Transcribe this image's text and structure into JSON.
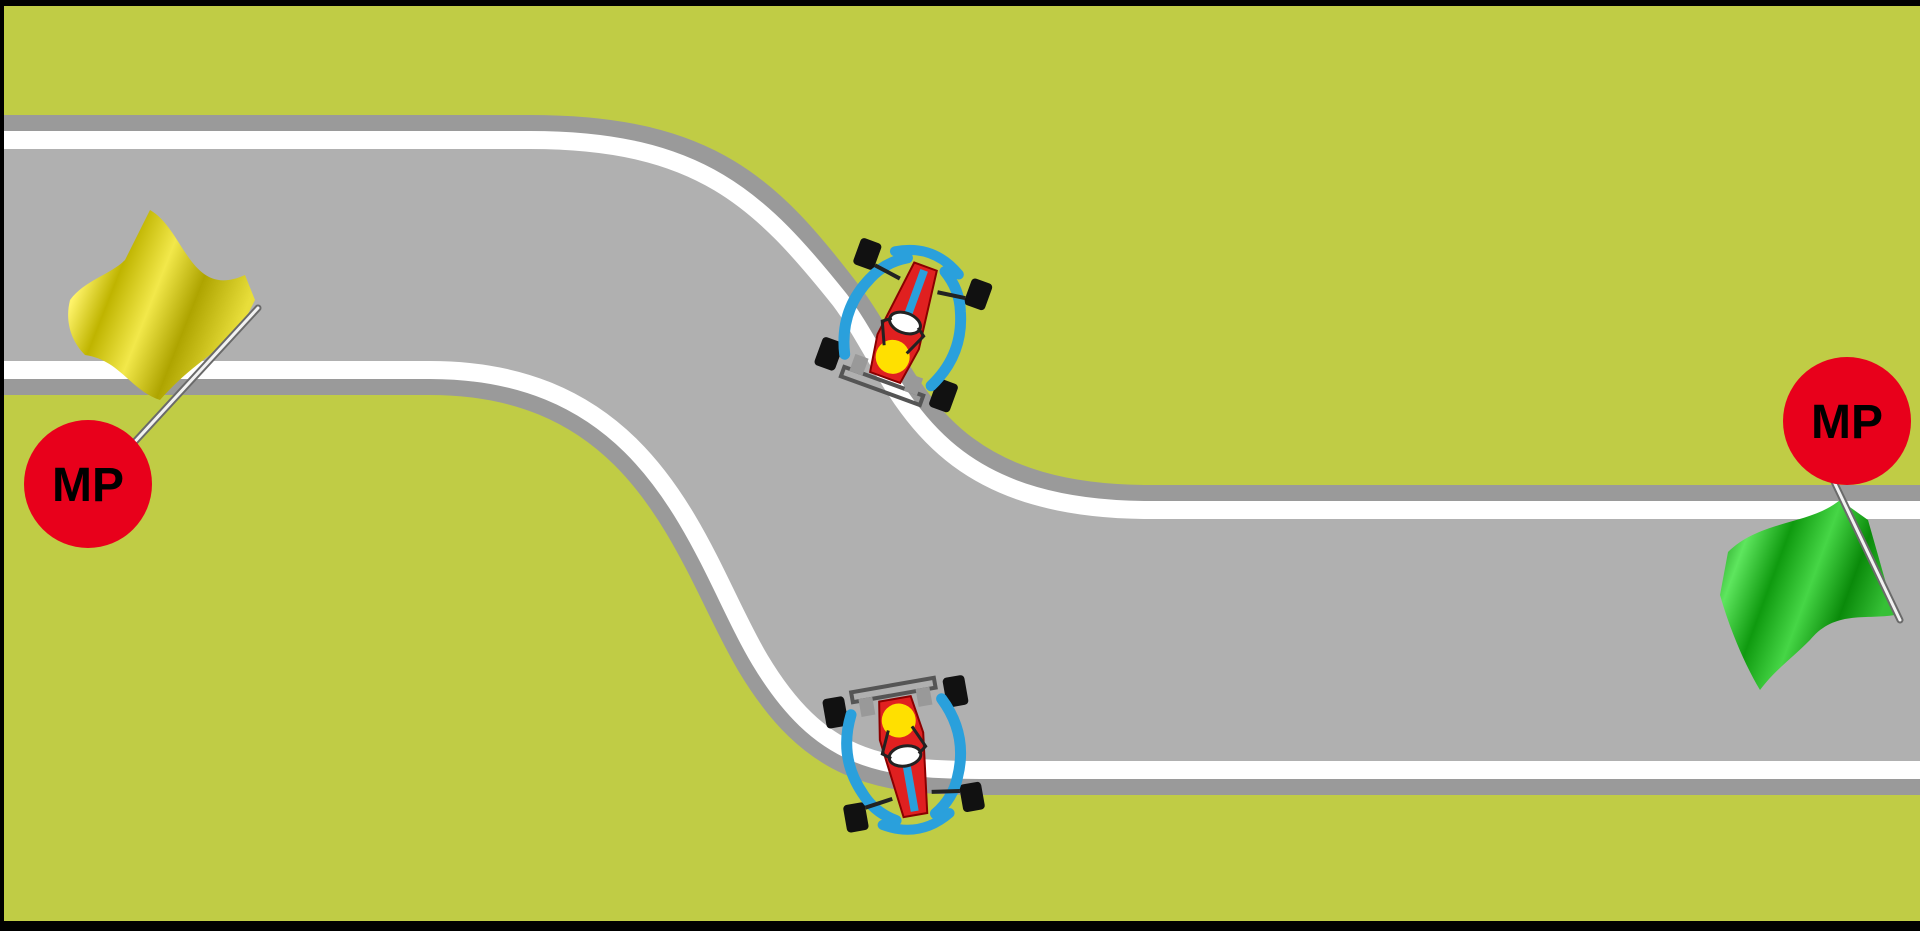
{
  "scene": {
    "name": "kart-track-marshal-posts",
    "colors": {
      "frame": "#000000",
      "grass": "#c0cc45",
      "track": "#b0b0b0",
      "edge_line": "#ffffff",
      "edge_shadow": "#9a9a9a",
      "marshal_post": "#e8001b",
      "flag_yellow": "#d9d21c",
      "flag_green": "#1fb31f",
      "kart_body": "#e02020",
      "kart_bumper": "#2aa0dc",
      "helmet": "#ffe000",
      "tire": "#111111"
    }
  },
  "marshal_posts": [
    {
      "label": "MP",
      "flag": "yellow"
    },
    {
      "label": "MP",
      "flag": "green"
    }
  ],
  "karts": [
    {
      "id": "kart-upper",
      "icon": "go-kart-icon"
    },
    {
      "id": "kart-lower",
      "icon": "go-kart-icon"
    }
  ]
}
